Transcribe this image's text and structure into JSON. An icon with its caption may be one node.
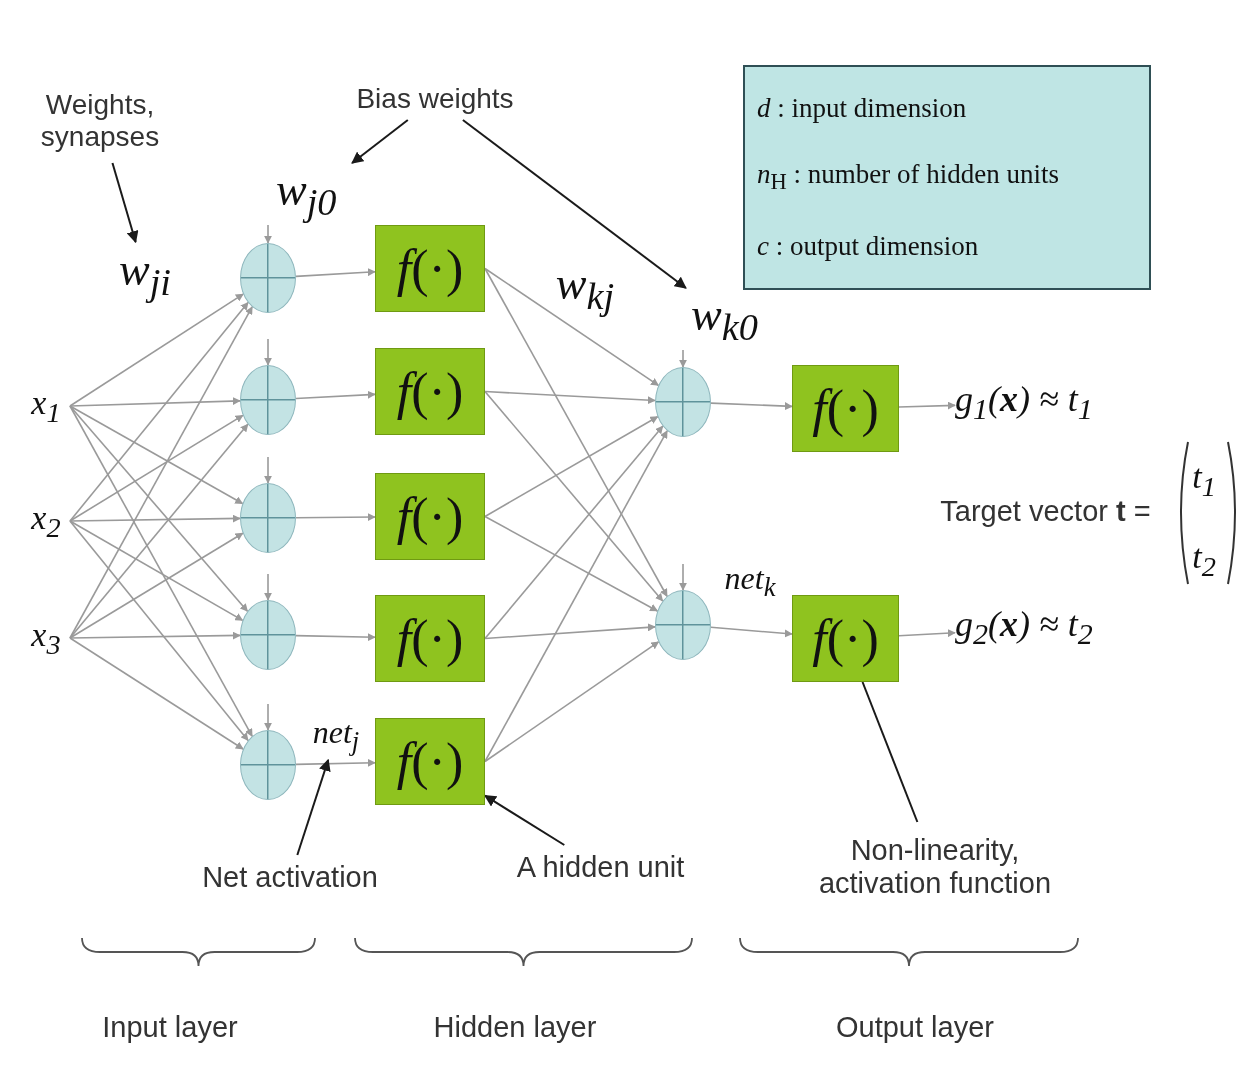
{
  "diagram": {
    "nodes": [
      {
        "text": [
          "Weights, synapses"
        ]
      },
      {
        "text": [
          "Bias weights"
        ]
      },
      {
        "text": [
          "w$_{ji}$"
        ]
      },
      {
        "text": [
          "w$_{j0}$"
        ]
      },
      {
        "text": [
          "w$_{kj}$"
        ]
      },
      {
        "text": [
          "w$_{k0}$"
        ]
      },
      {
        "text": [
          "x$_{1}$"
        ]
      },
      {
        "text": [
          "x$_{2}$"
        ]
      },
      {
        "text": [
          "x$_{3}$"
        ]
      },
      {
        "text": [],
        "shape": "circle"
      },
      {
        "text": [],
        "shape": "circle"
      },
      {
        "text": [],
        "shape": "circle"
      },
      {
        "text": [],
        "shape": "circle"
      },
      {
        "text": [],
        "shape": "circle"
      },
      {
        "text": [
          "*f*(·)"
        ]
      },
      {
        "text": [
          "*f*(·)"
        ]
      },
      {
        "text": [
          "*f*(·)"
        ]
      },
      {
        "text": [
          "*f*(·)"
        ]
      },
      {
        "text": [
          "*f*(·)"
        ]
      },
      {
        "text": [],
        "shape": "circle"
      },
      {
        "text": [],
        "shape": "circle"
      },
      {
        "text": [
          "*f*(·)"
        ]
      },
      {
        "text": [
          "*f*(·)"
        ]
      },
      {
        "text": [
          "*g*$_{1}$(**x**) ≈ *t*$_{1}$"
        ]
      },
      {
        "text": [
          "*g*$_{2}$(**x**) ≈ *t*$_{2}$"
        ]
      },
      {
        "text": [
          "net$_{j}$"
        ]
      },
      {
        "text": [
          "net$_{k}$"
        ]
      },
      {
        "text": [
          "Net activation"
        ]
      },
      {
        "text": [
          "A hidden unit"
        ]
      },
      {
        "text": [
          "Non-linearity, activation function"
        ]
      },
      {
        "text": [
          "*d* : input dimension",
          "*n*$_{H}$ : number of hidden units",
          "*c* : output dimension"
        ]
      }
    ],
    "edges": [
      {
        "from": 0,
        "to": 2,
        "arrow": "to",
        "color": "#1a1a1a"
      },
      {
        "from": 1,
        "to": 3,
        "arrow": "to",
        "color": "#1a1a1a"
      },
      {
        "from": 1,
        "to": 5,
        "arrow": "to",
        "color": "#1a1a1a"
      },
      {
        "from": 6,
        "to": 9,
        "arrow": "to"
      },
      {
        "from": 6,
        "to": 10,
        "arrow": "to"
      },
      {
        "from": 6,
        "to": 11,
        "arrow": "to"
      },
      {
        "from": 6,
        "to": 12,
        "arrow": "to"
      },
      {
        "from": 6,
        "to": 13,
        "arrow": "to"
      },
      {
        "from": 7,
        "to": 9,
        "arrow": "to"
      },
      {
        "from": 7,
        "to": 10,
        "arrow": "to"
      },
      {
        "from": 7,
        "to": 11,
        "arrow": "to"
      },
      {
        "from": 7,
        "to": 12,
        "arrow": "to"
      },
      {
        "from": 7,
        "to": 13,
        "arrow": "to"
      },
      {
        "from": 8,
        "to": 9,
        "arrow": "to"
      },
      {
        "from": 8,
        "to": 10,
        "arrow": "to"
      },
      {
        "from": 8,
        "to": 11,
        "arrow": "to"
      },
      {
        "from": 8,
        "to": 12,
        "arrow": "to"
      },
      {
        "from": 8,
        "to": 13,
        "arrow": "to"
      },
      {
        "from": 3,
        "to": 9,
        "arrow": "to"
      },
      {
        "from": null,
        "to": 10,
        "arrow": "to"
      },
      {
        "from": null,
        "to": 11,
        "arrow": "to"
      },
      {
        "from": null,
        "to": 12,
        "arrow": "to"
      },
      {
        "from": null,
        "to": 13,
        "arrow": "to"
      },
      {
        "from": 5,
        "to": 19,
        "arrow": "to"
      },
      {
        "from": null,
        "to": 20,
        "arrow": "to"
      },
      {
        "from": 9,
        "to": 14,
        "arrow": "to"
      },
      {
        "from": 10,
        "to": 15,
        "arrow": "to"
      },
      {
        "from": 11,
        "to": 16,
        "arrow": "to"
      },
      {
        "from": 12,
        "to": 17,
        "arrow": "to"
      },
      {
        "from": 13,
        "to": 18,
        "arrow": "to"
      },
      {
        "from": 14,
        "to": 19,
        "arrow": "to"
      },
      {
        "from": 14,
        "to": 20,
        "arrow": "to"
      },
      {
        "from": 15,
        "to": 19,
        "arrow": "to"
      },
      {
        "from": 15,
        "to": 20,
        "arrow": "to"
      },
      {
        "from": 16,
        "to": 19,
        "arrow": "to"
      },
      {
        "from": 16,
        "to": 20,
        "arrow": "to"
      },
      {
        "from": 17,
        "to": 19,
        "arrow": "to"
      },
      {
        "from": 17,
        "to": 20,
        "arrow": "to"
      },
      {
        "from": 18,
        "to": 19,
        "arrow": "to"
      },
      {
        "from": 18,
        "to": 20,
        "arrow": "to"
      },
      {
        "from": 19,
        "to": 21,
        "arrow": "to"
      },
      {
        "from": 20,
        "to": 22,
        "arrow": "to"
      },
      {
        "from": 21,
        "to": 23,
        "arrow": "to"
      },
      {
        "from": 22,
        "to": 24,
        "arrow": "to"
      },
      {
        "from": 27,
        "to": 25,
        "arrow": "to",
        "color": "#1a1a1a"
      },
      {
        "from": 28,
        "to": 18,
        "arrow": "to",
        "color": "#1a1a1a"
      },
      {
        "from": 29,
        "to": 22,
        "arrow": "none",
        "color": "#1a1a1a"
      }
    ],
    "labels": [
      "Target vector **t** =",
      "*t*$_{1}$",
      "*t*$_{2}$",
      "Input layer",
      "Hidden layer",
      "Output layer"
    ]
  }
}
